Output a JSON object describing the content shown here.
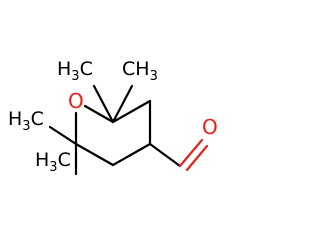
{
  "molecule": {
    "labels": {
      "methyl_top_left": {
        "main": "H",
        "sub": "3",
        "tail": "C"
      },
      "methyl_top_right": {
        "main": "CH",
        "sub": "3"
      },
      "methyl_mid_left": {
        "main": "H",
        "sub": "3",
        "tail": "C"
      },
      "methyl_bottom_left": {
        "main": "H",
        "sub": "3",
        "tail": "C"
      },
      "ring_oxygen": "O",
      "aldehyde_oxygen": "O"
    },
    "colors": {
      "bond": "#000000",
      "oxygen": "#e8201a",
      "background": "#ffffff"
    }
  }
}
